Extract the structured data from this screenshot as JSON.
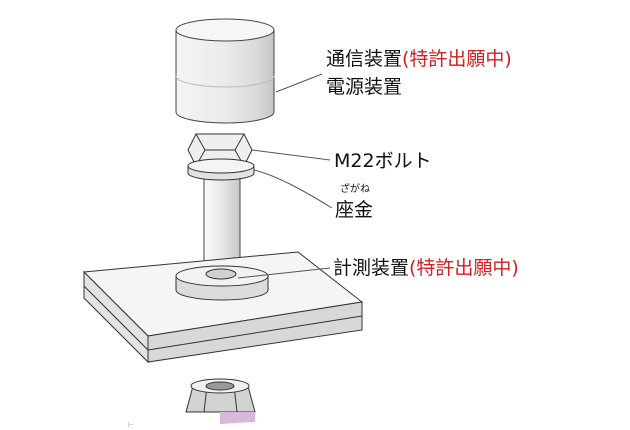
{
  "labels": {
    "comm_device": {
      "text": "通信装置",
      "note": "(特許出願中)"
    },
    "power_device": {
      "text": "電源装置"
    },
    "bolt": {
      "text": "M22ボルト"
    },
    "washer_ruby": {
      "text": "ざがね"
    },
    "washer": {
      "text": "座金"
    },
    "measuring_device": {
      "text": "計測装置",
      "note": "(特許出願中)"
    }
  },
  "colors": {
    "note_red": "#d42020",
    "outline": "#333333",
    "face_light": "#f3f3f3",
    "face_mid": "#e4e4e4",
    "face_dark": "#cfcfcf",
    "highlight": "#d9b8de"
  },
  "icons": [
    "cylinder-device-icon",
    "hex-bolt-head-icon",
    "washer-icon",
    "bolt-shank-icon",
    "base-plate-icon",
    "hex-nut-icon"
  ]
}
